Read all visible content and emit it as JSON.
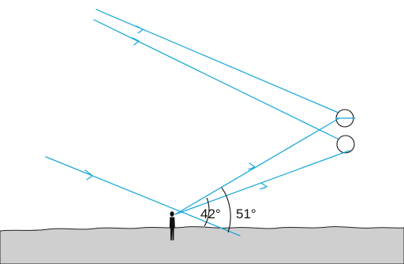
{
  "labels": {
    "inner_angle": "42°",
    "outer_angle": "51°"
  },
  "colors": {
    "ray": "#19a8d8",
    "ground": "#cfcfcf",
    "outline": "#111111"
  },
  "icons": {
    "observer": "person-silhouette",
    "droplet": "water-droplet-circle"
  }
}
